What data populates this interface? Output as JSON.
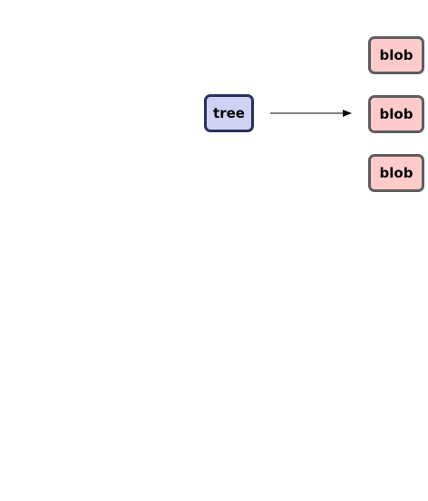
{
  "nodes": {
    "tree": {
      "label": "tree",
      "fill": "#cfd2f5",
      "stroke": "#2a315f"
    },
    "blobs": [
      {
        "label": "blob",
        "fill": "#fecbcb",
        "stroke": "#5e5e5e"
      },
      {
        "label": "blob",
        "fill": "#fecbcb",
        "stroke": "#5e5e5e"
      },
      {
        "label": "blob",
        "fill": "#fecbcb",
        "stroke": "#5e5e5e"
      }
    ]
  },
  "edges": [
    {
      "from": "tree",
      "to": "blob-2"
    }
  ]
}
